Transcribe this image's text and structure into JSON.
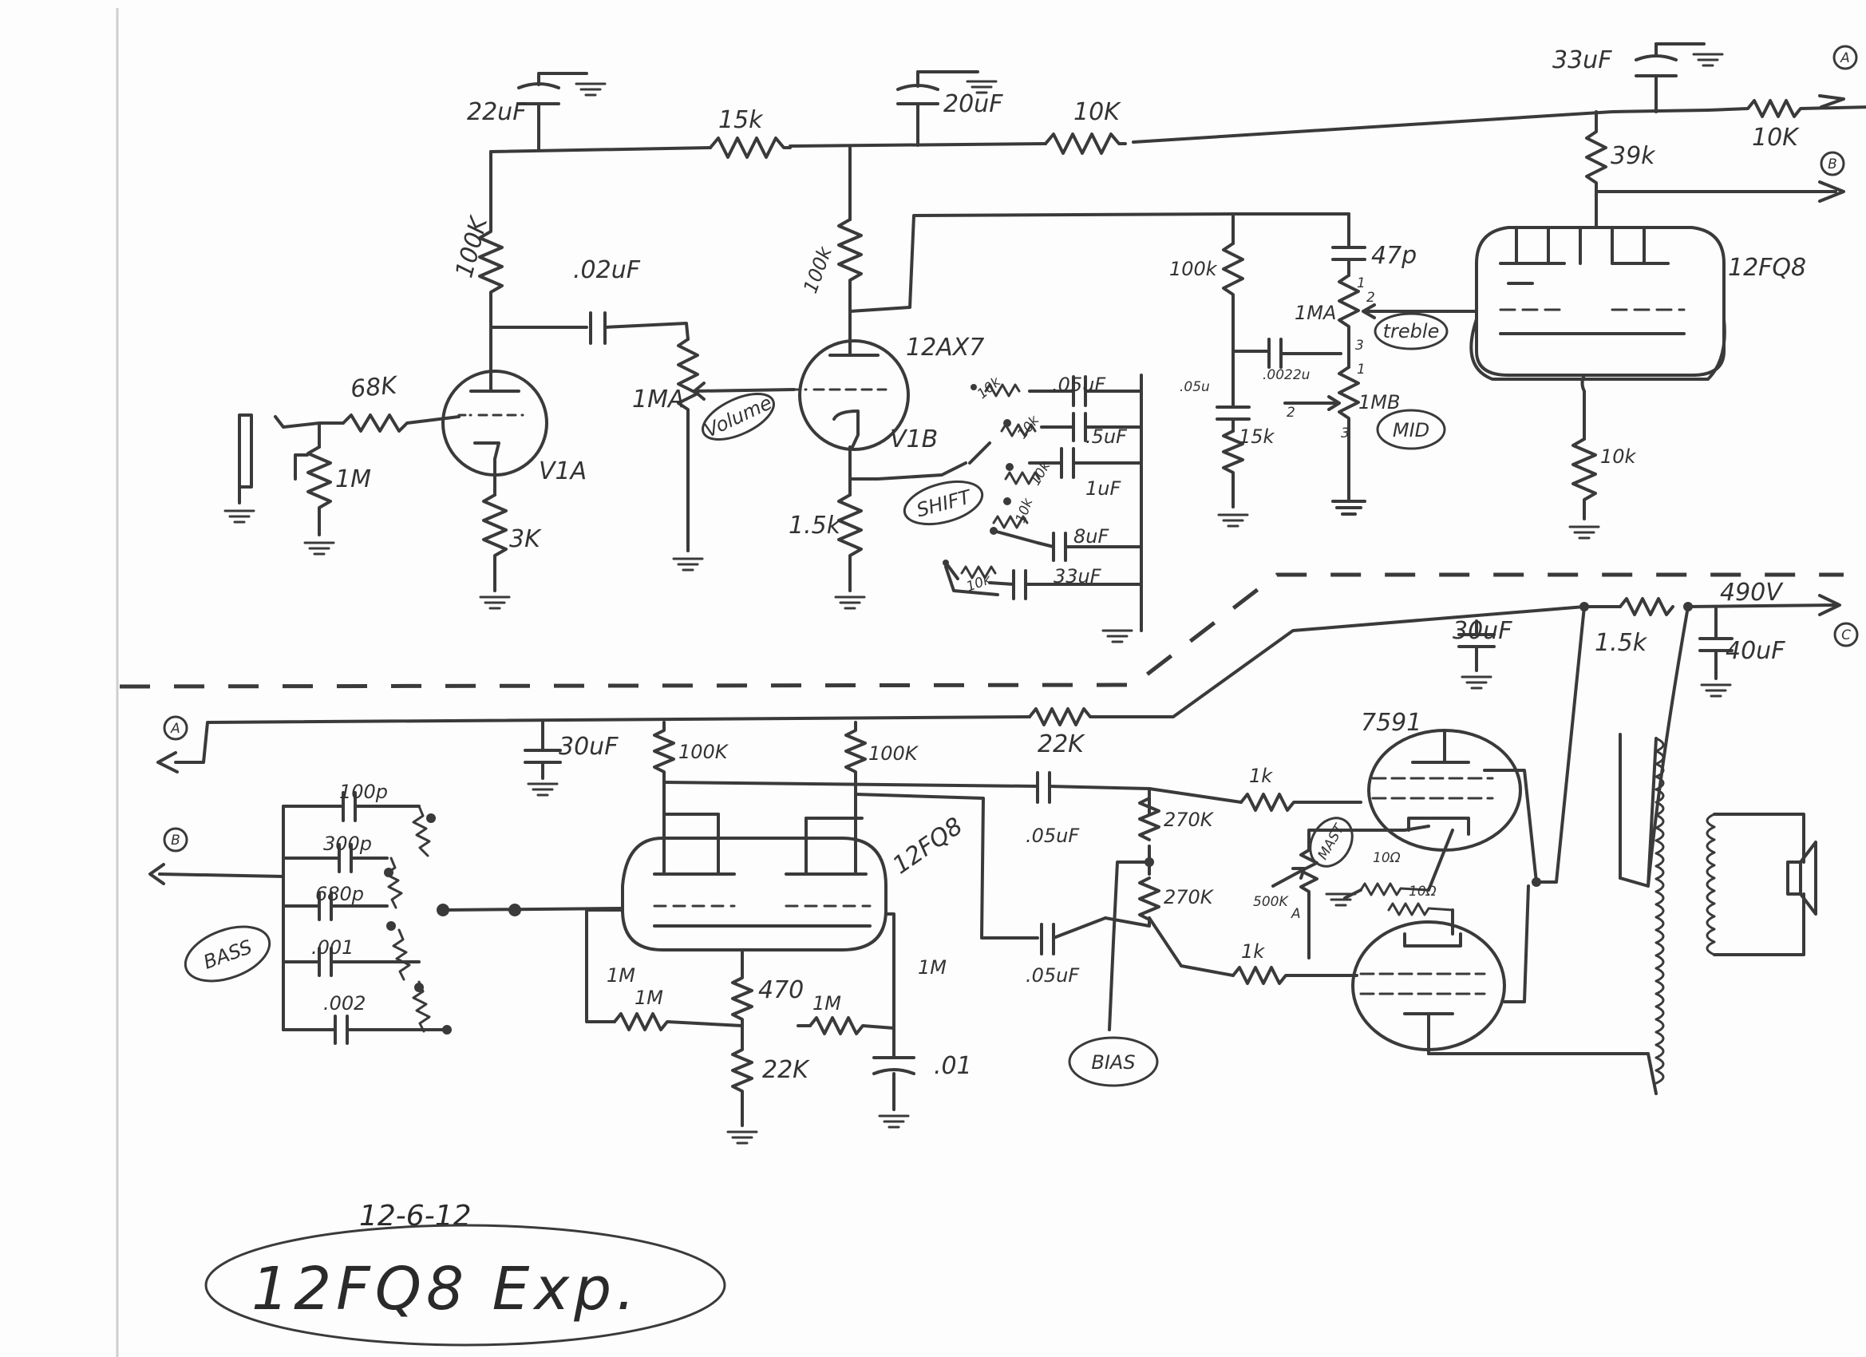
{
  "title": "12FQ8 Exp.",
  "date": "12-6-12",
  "connectors": {
    "a": "A",
    "b": "B",
    "c": "C"
  },
  "tubes": {
    "v1a": "V1A",
    "v1b": "V1B",
    "t12ax7": "12AX7",
    "t12fq8_top": "12FQ8",
    "t12fq8_bot": "12FQ8",
    "t7591": "7591"
  },
  "tags": {
    "volume": "Volume",
    "shift": "SHIFT",
    "treble": "treble",
    "mid": "MID",
    "bass": "BASS",
    "mast": "MAST",
    "bias": "BIAS"
  },
  "labels": {
    "c22uf": "22uF",
    "r15k_top": "15k",
    "c20uf": "20uF",
    "r10k_top": "10K",
    "c33uf": "33uF",
    "r10k_right": "10K",
    "r39k": "39k",
    "r100k_v1a": "100K",
    "c02uf": ".02uF",
    "r68k": "68K",
    "r1m_in": "1M",
    "r3k": "3K",
    "pot1ma_vol": "1MA",
    "r100k_v1b": "100k",
    "r1_5k_v1b": "1.5k",
    "r100k_tone": "100k",
    "c47p": "47p",
    "pot1ma_treb": "1MA",
    "c05u_tone": ".05u",
    "c0022u": ".0022u",
    "r15k_tone": "15k",
    "pot1mb_mid": "1MB",
    "r10k_fq8": "10k",
    "shift_r1": "10k",
    "shift_r2": "10k",
    "shift_r3": "10k",
    "shift_r4": "10k",
    "shift_r5": "10k",
    "shift_c1": ".05uF",
    "shift_c2": ".5uF",
    "shift_c3": "1uF",
    "shift_c4": "8uF",
    "shift_c5": "33uF",
    "c30uf_right": "30uF",
    "r1_5k_ps": "1.5k",
    "b490v": "490V",
    "c40uf": "40uF",
    "c30uf_left": "30uF",
    "r100k_a": "100K",
    "r100k_b": "100K",
    "r22k_top": "22K",
    "c05uf_a": ".05uF",
    "c05uf_b": ".05uF",
    "r270k_a": "270K",
    "r270k_b": "270K",
    "r1k_a": "1k",
    "r1k_b": "1k",
    "pot500k": "500K",
    "pot500k_a": "A",
    "r10ohm_a": "10Ω",
    "r10ohm_b": "10Ω",
    "c100p": "100p",
    "c300p": "300p",
    "c680p": "680p",
    "c001": ".001",
    "c002": ".002",
    "r1m_a": "1M",
    "r1m_b": "1M",
    "r1m_c": "1M",
    "r1m_d": "1M",
    "r470": "470",
    "r22k_bot": "22K",
    "c01": ".01",
    "pin1_a": "1",
    "pin2_a": "2",
    "pin3_a": "3",
    "pin1_b": "1",
    "pin2_b": "2",
    "pin3_b": "3"
  }
}
